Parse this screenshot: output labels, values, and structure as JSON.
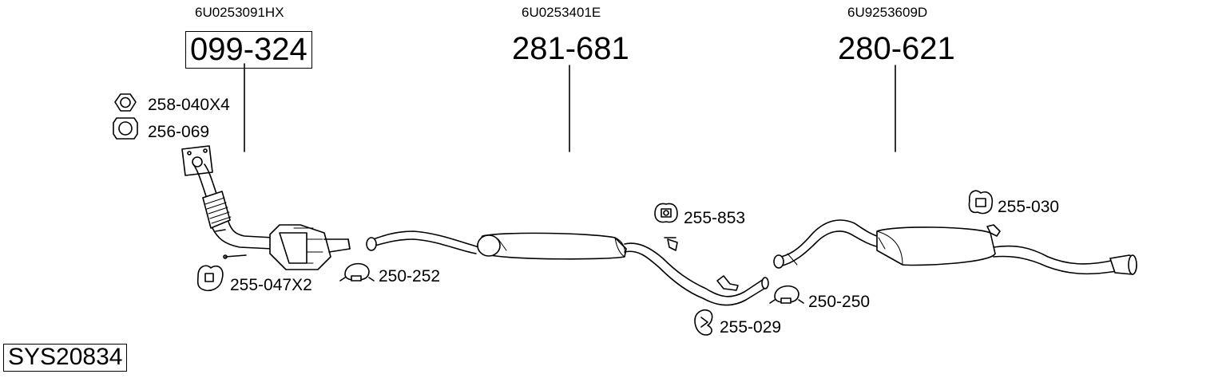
{
  "assemblies": [
    {
      "oem": "6U0253091HX",
      "part_number": "099-324",
      "boxed": true
    },
    {
      "oem": "6U0253401E",
      "part_number": "281-681",
      "boxed": false
    },
    {
      "oem": "6U9253609D",
      "part_number": "280-621",
      "boxed": false
    }
  ],
  "fittings": [
    {
      "part": "258-040X4",
      "icon": "nut-icon"
    },
    {
      "part": "256-069",
      "icon": "gasket-icon"
    },
    {
      "part": "255-047X2",
      "icon": "rubber-hanger-icon"
    },
    {
      "part": "250-252",
      "icon": "clamp-icon"
    },
    {
      "part": "255-853",
      "icon": "rubber-mount-icon"
    },
    {
      "part": "255-029",
      "icon": "rubber-hanger-icon"
    },
    {
      "part": "250-250",
      "icon": "clamp-icon"
    },
    {
      "part": "255-030",
      "icon": "rubber-mount-icon"
    }
  ],
  "system_code": "SYS20834"
}
